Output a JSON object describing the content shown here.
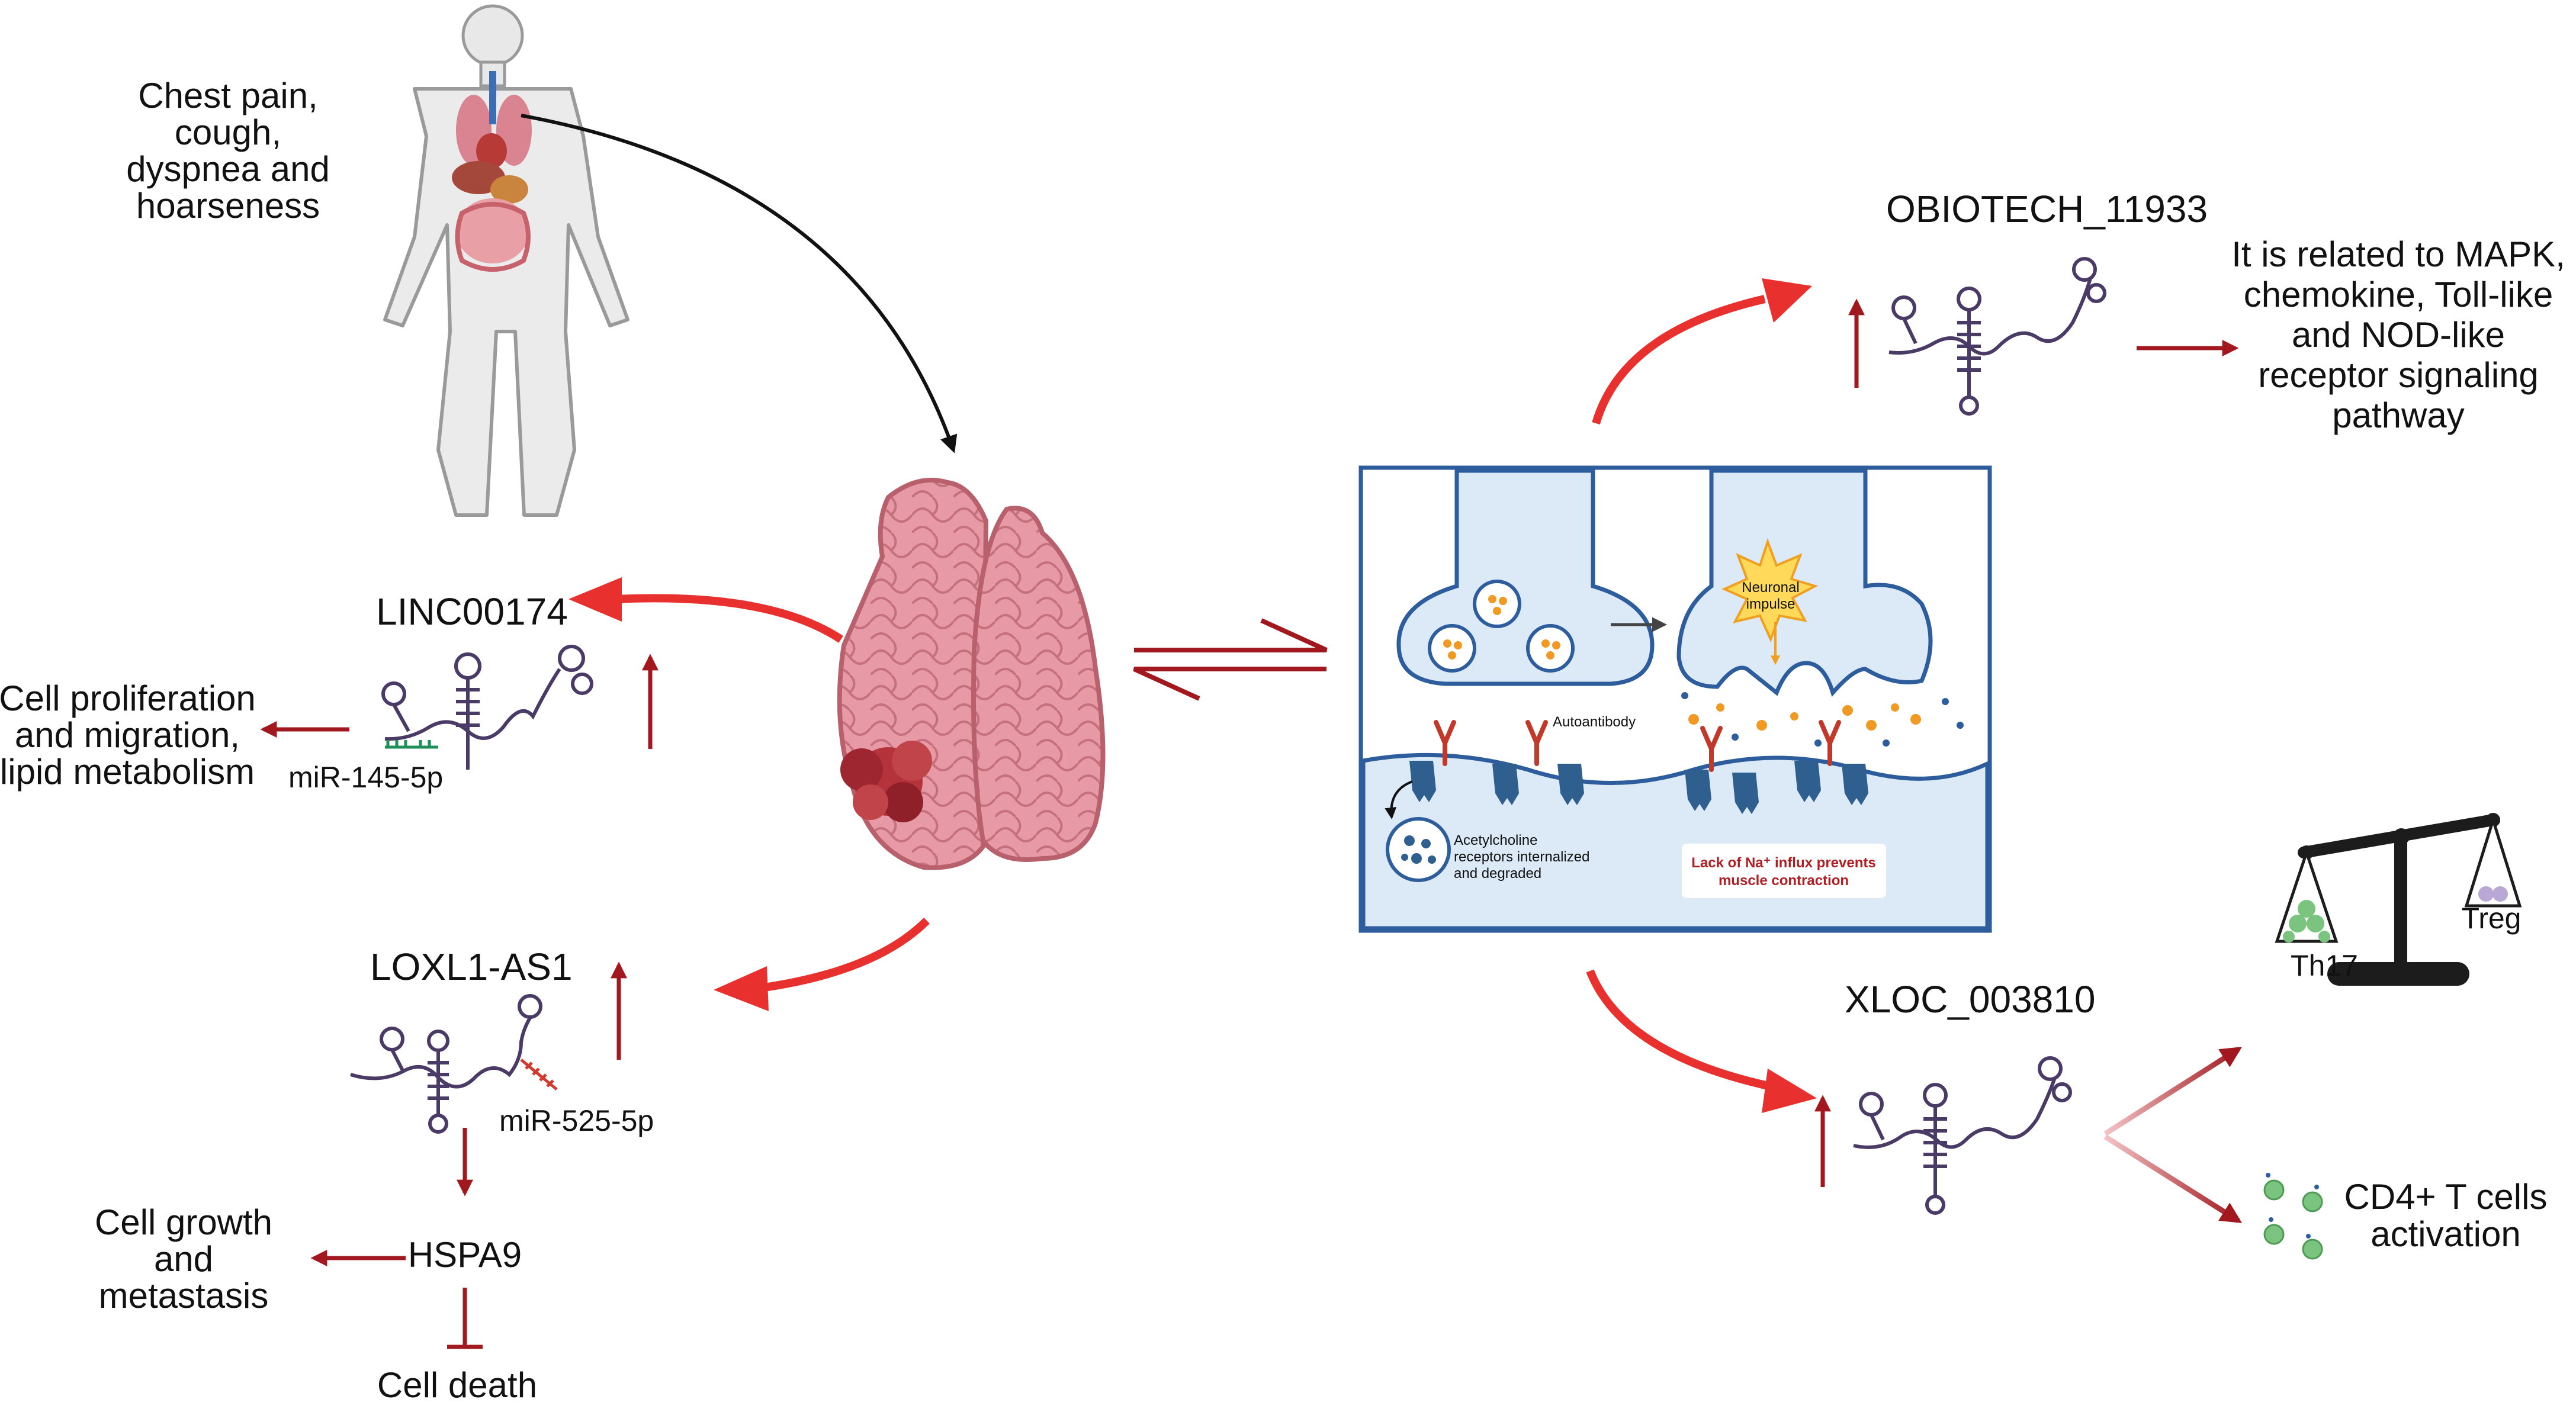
{
  "symptoms": {
    "lines": [
      "Chest pain,",
      "cough,",
      "dyspnea and",
      "hoarseness"
    ]
  },
  "left": {
    "linc00174": {
      "name": "LINC00174",
      "mirna": "miR-145-5p",
      "outcome_lines": [
        "Cell proliferation",
        "and migration,",
        "lipid metabolism"
      ]
    },
    "loxl1": {
      "name": "LOXL1-AS1",
      "mirna": "miR-525-5p",
      "target": "HSPA9",
      "outcome_lines": [
        "Cell growth",
        "and",
        "metastasis"
      ],
      "inhibited": "Cell death"
    }
  },
  "synapse": {
    "impulse_lines": [
      "Neuronal",
      "impulse"
    ],
    "autoantibody": "Autoantibody",
    "receptors_lines": [
      "Acetylcholine",
      "receptors internalized",
      "and degraded"
    ],
    "na_lines": [
      "Lack of Na⁺ influx prevents",
      "muscle contraction"
    ]
  },
  "right": {
    "obiotech": {
      "name": "OBIOTECH_11933",
      "outcome_lines": [
        "It is related to MAPK,",
        "chemokine, Toll-like",
        "and NOD-like",
        "receptor signaling",
        "pathway"
      ]
    },
    "xloc": {
      "name": "XLOC_003810",
      "balance_left": "Th17",
      "balance_right": "Treg",
      "outcome_lines": [
        "CD4+ T cells",
        "activation"
      ]
    }
  },
  "colors": {
    "arrow_red": "#e8312f",
    "dark_red": "#a1191f",
    "rna_purple": "#4a3a66",
    "thymus_pink": "#e9a3ad",
    "tumor": "#b5333a",
    "box_border": "#2d5d9c",
    "synapse_fill": "#dce9f7",
    "receptor_blue": "#2f5f8f",
    "antibody_red": "#c0392b",
    "balance_black": "#1c1c1c",
    "th17_green": "#7ac47f",
    "treg_purple": "#b9a7d6"
  }
}
